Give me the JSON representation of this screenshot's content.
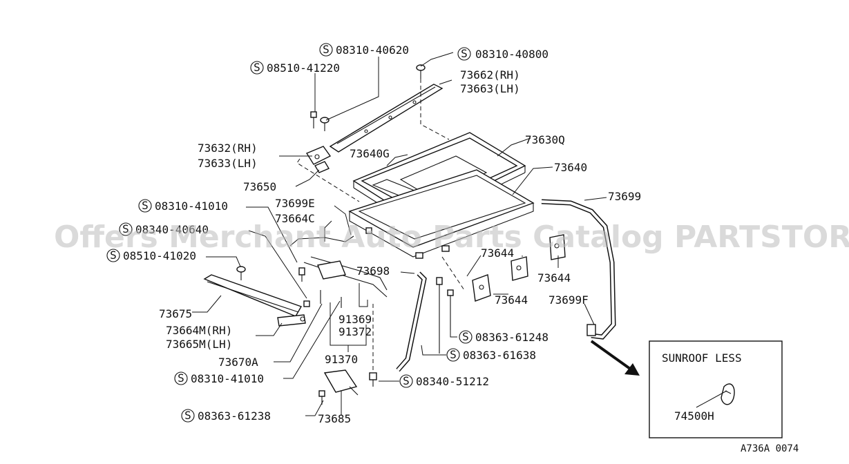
{
  "diagram": {
    "watermark": "Offers Merchant Auto Parts Catalog PARTSTORE.SA",
    "figure_code": "A736A 0074",
    "screw_mark": "S",
    "callouts": {
      "s_08310_40620": "08310-40620",
      "s_08310_40800": "08310-40800",
      "s_08510_41220": "08510-41220",
      "p_73662": "73662(RH)",
      "p_73663": "73663(LH)",
      "p_73630q": "73630Q",
      "p_73640g": "73640G",
      "p_73640": "73640",
      "p_73632": "73632(RH)",
      "p_73633": "73633(LH)",
      "p_73650": "73650",
      "p_73699": "73699",
      "p_73699e": "73699E",
      "p_73664c": "73664C",
      "s_08310_41010_a": "08310-41010",
      "s_08340_40640": "08340-40640",
      "s_08510_41020": "08510-41020",
      "p_73644_a": "73644",
      "p_73644_b": "73644",
      "p_73644_c": "73644",
      "p_73698": "73698",
      "p_73699f": "73699F",
      "p_73675": "73675",
      "p_91369": "91369",
      "p_91372": "91372",
      "p_73664m": "73664M(RH)",
      "p_73665m": "73665M(LH)",
      "s_08363_61248": "08363-61248",
      "s_08363_61638": "08363-61638",
      "p_91370": "91370",
      "p_73670a": "73670A",
      "s_08310_41010_b": "08310-41010",
      "s_08340_51212": "08340-51212",
      "s_08363_61238": "08363-61238",
      "p_73685": "73685"
    },
    "inset": {
      "title": "SUNROOF LESS",
      "part": "74500H"
    }
  }
}
